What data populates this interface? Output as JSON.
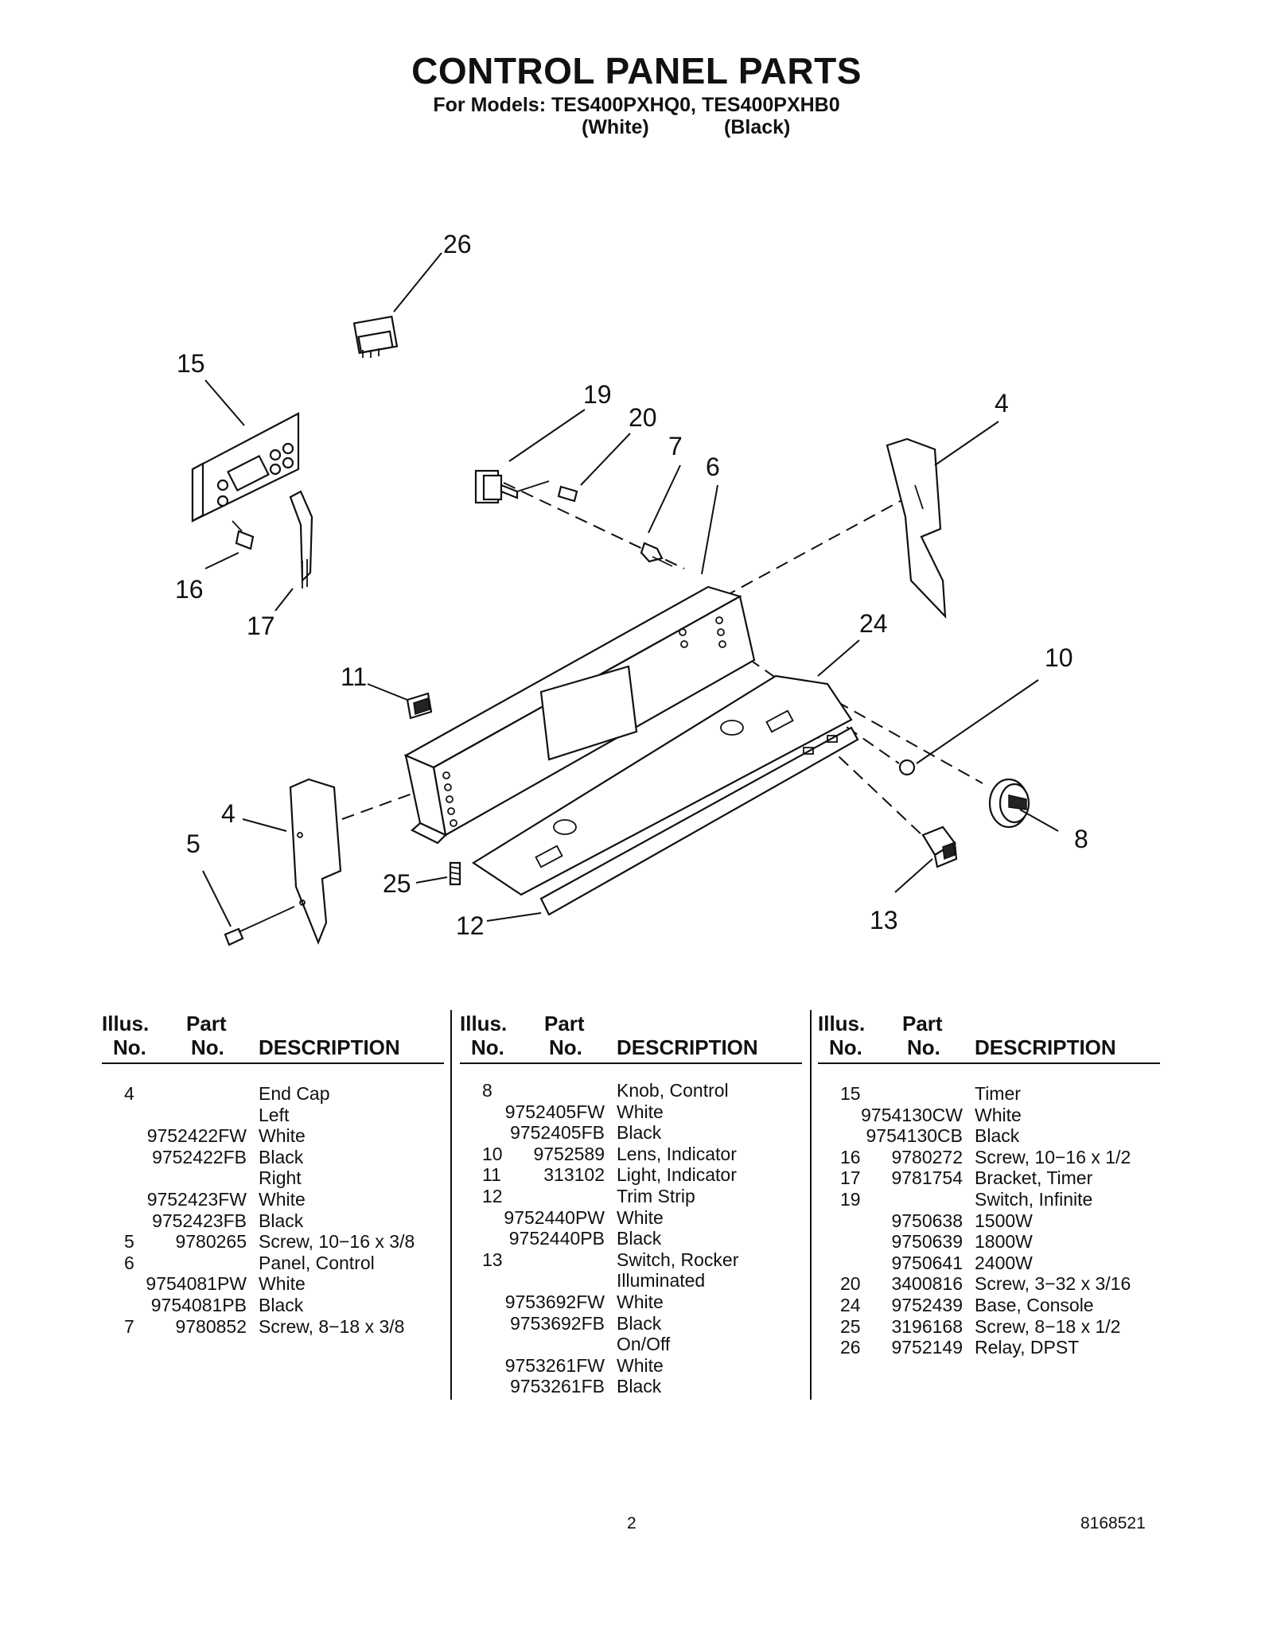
{
  "title": "CONTROL PANEL PARTS",
  "subtitle": "For Models: TES400PXHQ0, TES400PXHB0",
  "variants": [
    "(White)",
    "(Black)"
  ],
  "callouts": [
    "26",
    "15",
    "19",
    "20",
    "7",
    "6",
    "4",
    "16",
    "17",
    "24",
    "10",
    "11",
    "4",
    "5",
    "8",
    "25",
    "12",
    "13"
  ],
  "table_headers": {
    "illus_top": "Illus.",
    "illus_bottom": "No.",
    "part_top": "Part",
    "part_bottom": "No.",
    "description": "DESCRIPTION"
  },
  "columns": [
    [
      {
        "illus": "4",
        "part": "",
        "desc": "End Cap"
      },
      {
        "illus": "",
        "part": "",
        "desc": "Left"
      },
      {
        "illus": "",
        "part": "9752422FW",
        "desc": "White"
      },
      {
        "illus": "",
        "part": "9752422FB",
        "desc": "Black"
      },
      {
        "illus": "",
        "part": "",
        "desc": "Right"
      },
      {
        "illus": "",
        "part": "9752423FW",
        "desc": "White"
      },
      {
        "illus": "",
        "part": "9752423FB",
        "desc": "Black"
      },
      {
        "illus": "5",
        "part": "9780265",
        "desc": "Screw, 10−16 x 3/8"
      },
      {
        "illus": "6",
        "part": "",
        "desc": "Panel, Control"
      },
      {
        "illus": "",
        "part": "9754081PW",
        "desc": "White"
      },
      {
        "illus": "",
        "part": "9754081PB",
        "desc": "Black"
      },
      {
        "illus": "7",
        "part": "9780852",
        "desc": "Screw, 8−18 x 3/8"
      }
    ],
    [
      {
        "illus": "8",
        "part": "",
        "desc": "Knob, Control"
      },
      {
        "illus": "",
        "part": "9752405FW",
        "desc": "White"
      },
      {
        "illus": "",
        "part": "9752405FB",
        "desc": "Black"
      },
      {
        "illus": "10",
        "part": "9752589",
        "desc": "Lens, Indicator"
      },
      {
        "illus": "11",
        "part": "313102",
        "desc": "Light, Indicator"
      },
      {
        "illus": "12",
        "part": "",
        "desc": "Trim Strip"
      },
      {
        "illus": "",
        "part": "9752440PW",
        "desc": "White"
      },
      {
        "illus": "",
        "part": "9752440PB",
        "desc": "Black"
      },
      {
        "illus": "13",
        "part": "",
        "desc": "Switch, Rocker"
      },
      {
        "illus": "",
        "part": "",
        "desc": "Illuminated"
      },
      {
        "illus": "",
        "part": "9753692FW",
        "desc": "White"
      },
      {
        "illus": "",
        "part": "9753692FB",
        "desc": "Black"
      },
      {
        "illus": "",
        "part": "",
        "desc": "On/Off"
      },
      {
        "illus": "",
        "part": "9753261FW",
        "desc": "White"
      },
      {
        "illus": "",
        "part": "9753261FB",
        "desc": "Black"
      }
    ],
    [
      {
        "illus": "15",
        "part": "",
        "desc": "Timer"
      },
      {
        "illus": "",
        "part": "9754130CW",
        "desc": "White"
      },
      {
        "illus": "",
        "part": "9754130CB",
        "desc": "Black"
      },
      {
        "illus": "16",
        "part": "9780272",
        "desc": "Screw, 10−16 x 1/2"
      },
      {
        "illus": "17",
        "part": "9781754",
        "desc": "Bracket, Timer"
      },
      {
        "illus": "19",
        "part": "",
        "desc": "Switch, Infinite"
      },
      {
        "illus": "",
        "part": "9750638",
        "desc": "1500W"
      },
      {
        "illus": "",
        "part": "9750639",
        "desc": "1800W"
      },
      {
        "illus": "",
        "part": "9750641",
        "desc": "2400W"
      },
      {
        "illus": "20",
        "part": "3400816",
        "desc": "Screw, 3−32 x 3/16"
      },
      {
        "illus": "24",
        "part": "9752439",
        "desc": "Base, Console"
      },
      {
        "illus": "25",
        "part": "3196168",
        "desc": "Screw, 8−18 x 1/2"
      },
      {
        "illus": "26",
        "part": "9752149",
        "desc": "Relay, DPST"
      }
    ]
  ],
  "footer": {
    "page": "2",
    "doc_number": "8168521"
  }
}
